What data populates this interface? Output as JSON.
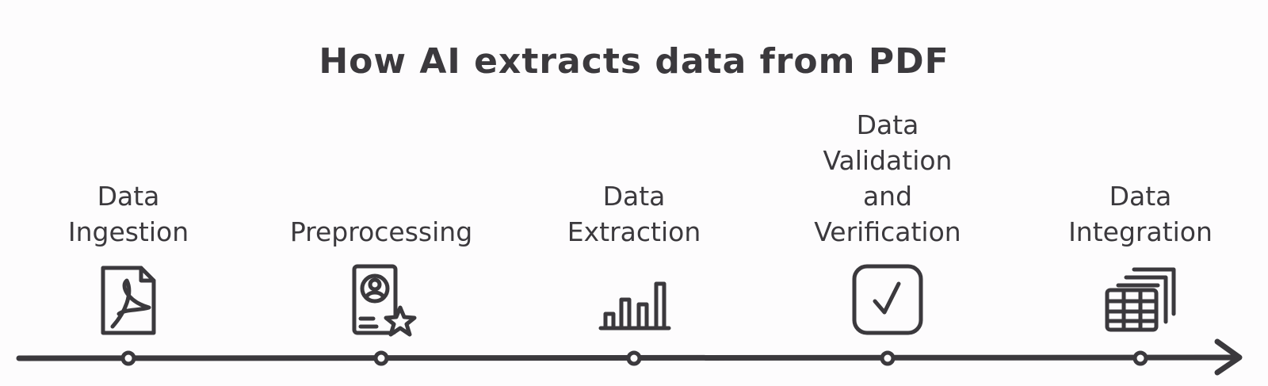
{
  "title": "How AI extracts data from PDF",
  "stages": [
    {
      "label": "Data\nIngestion",
      "icon": "pdf-file-icon"
    },
    {
      "label": "Preprocessing",
      "icon": "profile-document-star-icon"
    },
    {
      "label": "Data\nExtraction",
      "icon": "bar-chart-icon"
    },
    {
      "label": "Data\nValidation\nand\nVerification",
      "icon": "checkbox-check-icon"
    },
    {
      "label": "Data\nIntegration",
      "icon": "stacked-tables-icon"
    }
  ],
  "colors": {
    "ink": "#3b393d",
    "background": "#fdfcfd"
  }
}
